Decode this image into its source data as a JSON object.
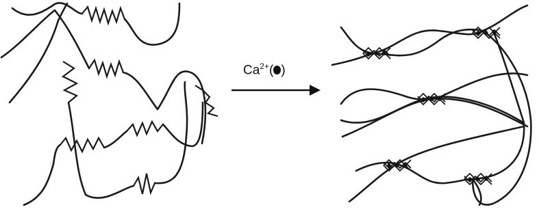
{
  "reaction": {
    "ion": "Ca",
    "charge": "2+",
    "paren_open": "(",
    "paren_close": ")",
    "ion_marker": "filled-circle"
  },
  "panels": [
    {
      "id": "uncrosslinked-chains"
    },
    {
      "id": "egg-box-network"
    }
  ],
  "colors": {
    "ink": "#1a1a1a",
    "background": "#ffffff"
  }
}
